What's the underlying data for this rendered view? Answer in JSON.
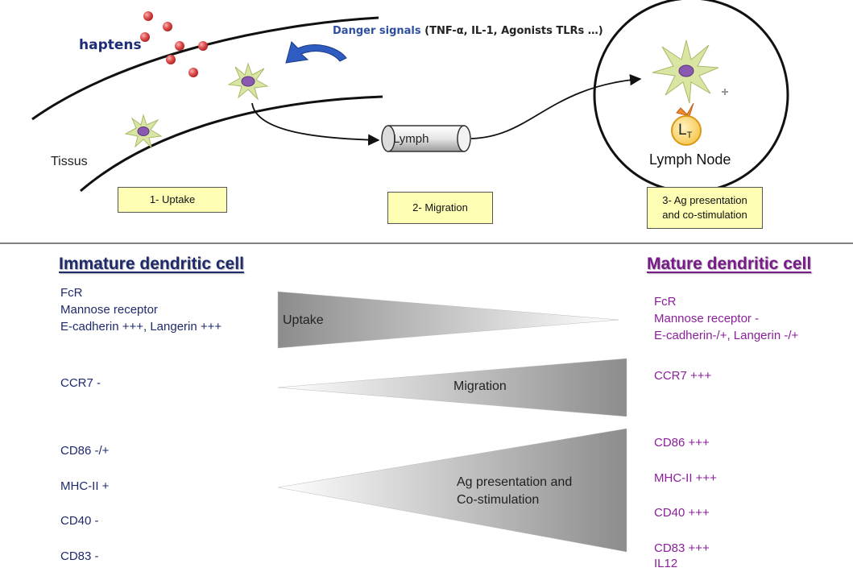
{
  "top": {
    "haptens_label": "haptens",
    "danger_lead": "Danger signals",
    "danger_detail": " (TNF-α, IL-1, Agonists TLRs …)",
    "tissue_label": "Tissus",
    "lymph_label": "Lymph",
    "lymph_node_label": "Lymph Node",
    "lt_letter": "L",
    "lt_sub": "T",
    "steps": [
      {
        "label": "1- Uptake"
      },
      {
        "label": "2- Migration"
      },
      {
        "line1": "3- Ag presentation",
        "line2": "and co-stimulation"
      }
    ]
  },
  "bottom": {
    "immature": {
      "title": "Immature dendritic cell",
      "fcr": "FcR",
      "mannose": "Mannose receptor",
      "ecad": "E-cadherin +++, Langerin +++",
      "ccr7": "CCR7 -",
      "cd86": "CD86 -/+",
      "mhc": "MHC-II +",
      "cd40": "CD40 -",
      "cd83": "CD83 -"
    },
    "mature": {
      "title": "Mature dendritic cell",
      "fcr": "FcR",
      "mannose": "Mannose receptor -",
      "ecad": "E-cadherin-/+, Langerin -/+",
      "ccr7": "CCR7 +++",
      "cd86": "CD86 +++",
      "mhc": "MHC-II +++",
      "cd40": "CD40 +++",
      "cd83": "CD83 +++",
      "il12": "IL12"
    },
    "triangles": {
      "uptake": "Uptake",
      "migration": "Migration",
      "ag_line1": "Ag presentation and",
      "ag_line2": "Co-stimulation"
    }
  },
  "colors": {
    "immature_text": "#1f2a6b",
    "mature_text": "#8a1f9a",
    "step_box_fill": "#fdfdb4",
    "hapten_dot": "#d94a4a",
    "cell_body": "#d9e6a3",
    "cell_nucleus": "#8a5ab0",
    "curved_arrow": "#2f5cc0"
  }
}
